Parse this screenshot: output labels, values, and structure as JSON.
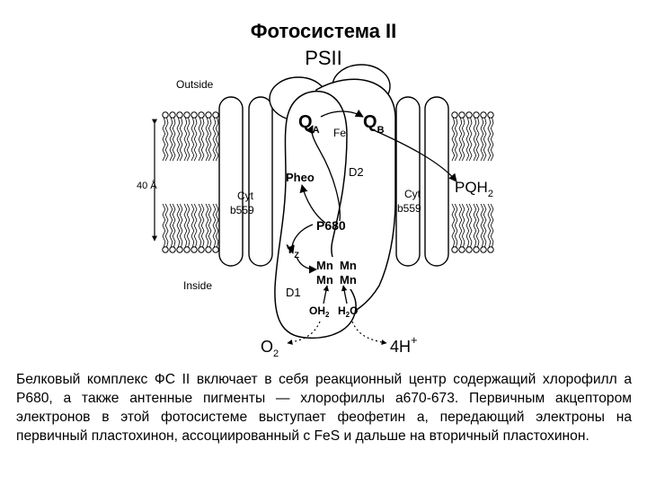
{
  "title": "Фотосистема II",
  "subtitle": "PSII",
  "diagram": {
    "outside": "Outside",
    "inside": "Inside",
    "thickness": "40 Å",
    "qa": {
      "main": "Q",
      "sub": "A"
    },
    "qb": {
      "main": "Q",
      "sub": "B"
    },
    "fe": "Fe",
    "pheo": "Pheo",
    "d2": "D2",
    "d1": "D1",
    "cyt_left": {
      "line1": "Cyt",
      "line2": "b559"
    },
    "cyt_right": {
      "line1": "Cyt",
      "line2": "b559"
    },
    "pqh2": {
      "main": "PQH",
      "sub": "2"
    },
    "p680": "P680",
    "yz": {
      "main": "Y",
      "sub": "Z"
    },
    "mn_row1": "Mn  Mn",
    "mn_row2": "Mn  Mn",
    "oh2": {
      "main": "OH",
      "sub": "2"
    },
    "h2o": {
      "main": "H",
      "sub": "2",
      "tail": "O"
    },
    "o2": {
      "main": "O",
      "sub": "2"
    },
    "h4": {
      "main": "4H",
      "sup": "+"
    }
  },
  "caption": "Белковый комплекс ФС II включает в себя реакционный центр содержащий хлорофилл а Р680, а также антенные пигменты — хлорофиллы а670-673. Первичным акцептором электронов в этой фотосистеме выступает феофетин а, передающий электроны на первичный пластохинон, ассоциированный с FeS и дальше на вторичный пластохинон."
}
